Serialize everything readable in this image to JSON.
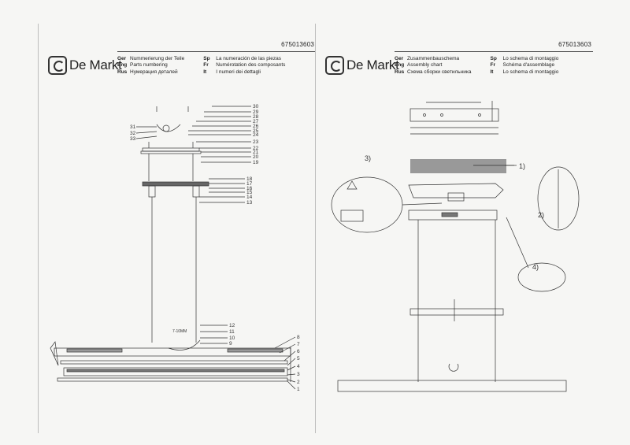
{
  "left_page": {
    "doc_number": "675013603",
    "brand": "De Markt",
    "languages": [
      {
        "code": "Ger",
        "text": "Nummerierung der Teile"
      },
      {
        "code": "Eng",
        "text": "Parts numbering"
      },
      {
        "code": "Rus",
        "text": "Нумерация деталей"
      }
    ],
    "languages2": [
      {
        "code": "Sp",
        "text": "La numeración de las piezas"
      },
      {
        "code": "Fr",
        "text": "Numérotation des composants"
      },
      {
        "code": "It",
        "text": "I numeri dei dettagli"
      }
    ],
    "part_numbers": [
      "30",
      "29",
      "28",
      "27",
      "26",
      "25",
      "24",
      "23",
      "22",
      "21",
      "20",
      "19",
      "18",
      "17",
      "16",
      "15",
      "14",
      "13",
      "12",
      "11",
      "10",
      "9",
      "8",
      "7",
      "6",
      "5",
      "4",
      "3",
      "2",
      "1",
      "31",
      "32",
      "33"
    ],
    "dimension_label": "7-10MM"
  },
  "right_page": {
    "doc_number": "675013603",
    "brand": "De Markt",
    "languages": [
      {
        "code": "Ger",
        "text": "Zusammenbauschema"
      },
      {
        "code": "Eng",
        "text": "Assembly chart"
      },
      {
        "code": "Rus",
        "text": "Схема сборки светильника"
      }
    ],
    "languages2": [
      {
        "code": "Sp",
        "text": "Lo schema di montaggio"
      },
      {
        "code": "Fr",
        "text": "Schéma d'assemblage"
      },
      {
        "code": "It",
        "text": "Lo schema di montaggio"
      }
    ],
    "steps": [
      "1)",
      "2)",
      "3)",
      "4)"
    ]
  }
}
